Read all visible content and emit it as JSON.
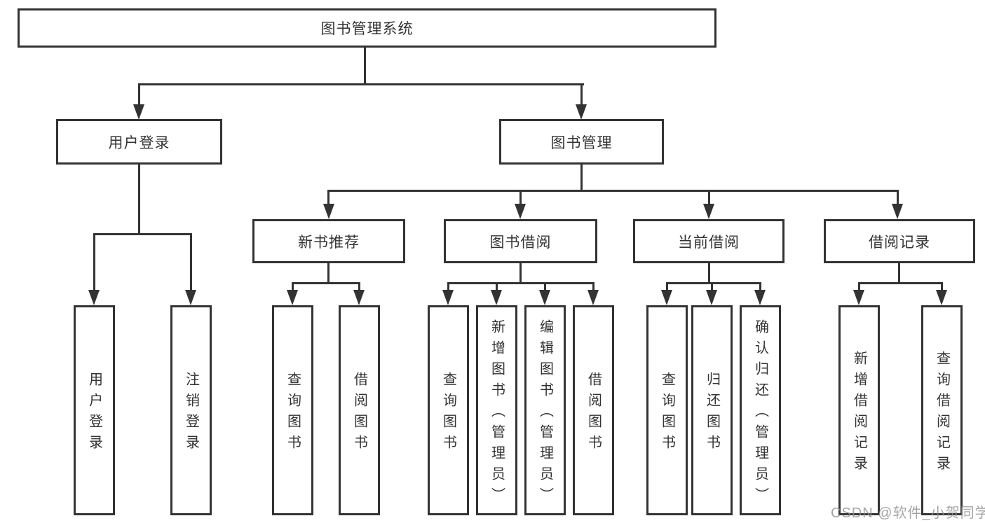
{
  "diagram": {
    "root": {
      "label": "图书管理系统"
    },
    "level2": {
      "user_login": {
        "label": "用户登录"
      },
      "book_management": {
        "label": "图书管理"
      }
    },
    "level3": {
      "new_book_recommend": {
        "label": "新书推荐"
      },
      "book_borrow": {
        "label": "图书借阅"
      },
      "current_borrow": {
        "label": "当前借阅"
      },
      "borrow_record": {
        "label": "借阅记录"
      }
    },
    "leaves": {
      "user_login": {
        "label": "用户登录"
      },
      "logout": {
        "label": "注销登录"
      },
      "query_book_new": {
        "label": "查询图书"
      },
      "borrow_book_new": {
        "label": "借阅图书"
      },
      "query_book_borrow": {
        "label": "查询图书"
      },
      "add_book_admin": {
        "label": "新增图书（管理员）"
      },
      "edit_book_admin": {
        "label": "编辑图书（管理员）"
      },
      "borrow_book": {
        "label": "借阅图书"
      },
      "query_book_current": {
        "label": "查询图书"
      },
      "return_book": {
        "label": "归还图书"
      },
      "confirm_return_admin": {
        "label": "确认归还（管理员）"
      },
      "add_borrow_record": {
        "label": "新增借阅记录"
      },
      "query_borrow_record": {
        "label": "查询借阅记录"
      }
    }
  },
  "watermark": {
    "text": "CSDN @软件_小贺同学"
  },
  "colors": {
    "line": "#333333",
    "text": "#333333",
    "watermark": "#919191",
    "background": "#ffffff"
  }
}
